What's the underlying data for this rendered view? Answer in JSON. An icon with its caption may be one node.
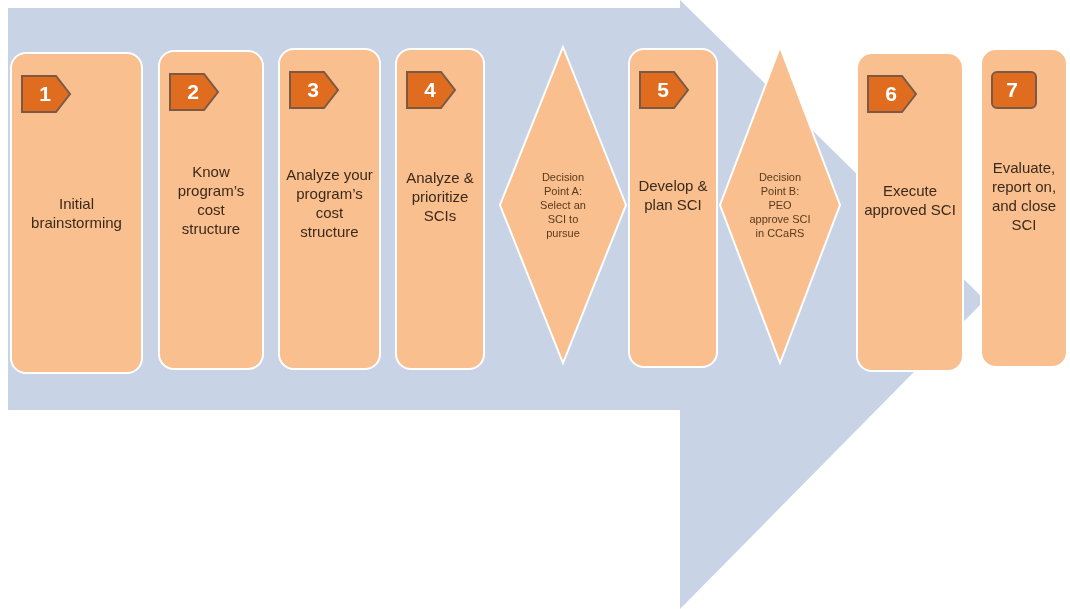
{
  "diagram": {
    "nodes": [
      {
        "text": [
          "Initial brainstorming"
        ]
      },
      {
        "text": [
          "1"
        ],
        "in": 0
      },
      {
        "text": [
          "Know program’s cost structure"
        ]
      },
      {
        "text": [
          "2"
        ],
        "in": 2
      },
      {
        "text": [
          "Analyze your program’s cost structure"
        ]
      },
      {
        "text": [
          "3"
        ],
        "in": 4
      },
      {
        "text": [
          "Analyze & prioritize SCIs"
        ]
      },
      {
        "text": [
          "4"
        ],
        "in": 6
      },
      {
        "text": [
          "Decision Point A: Select an SCI to pursue"
        ]
      },
      {
        "text": [
          "Develop & plan SCI"
        ]
      },
      {
        "text": [
          "5"
        ],
        "in": 9
      },
      {
        "text": [
          "Decision Point B: PEO approve SCI in CCaRS"
        ]
      },
      {
        "text": [
          "Execute approved SCI"
        ]
      },
      {
        "text": [
          "6"
        ],
        "in": 12
      },
      {
        "text": [
          "Evaluate, report on, and close SCI"
        ]
      },
      {
        "text": [
          "7"
        ],
        "in": 14
      }
    ]
  }
}
